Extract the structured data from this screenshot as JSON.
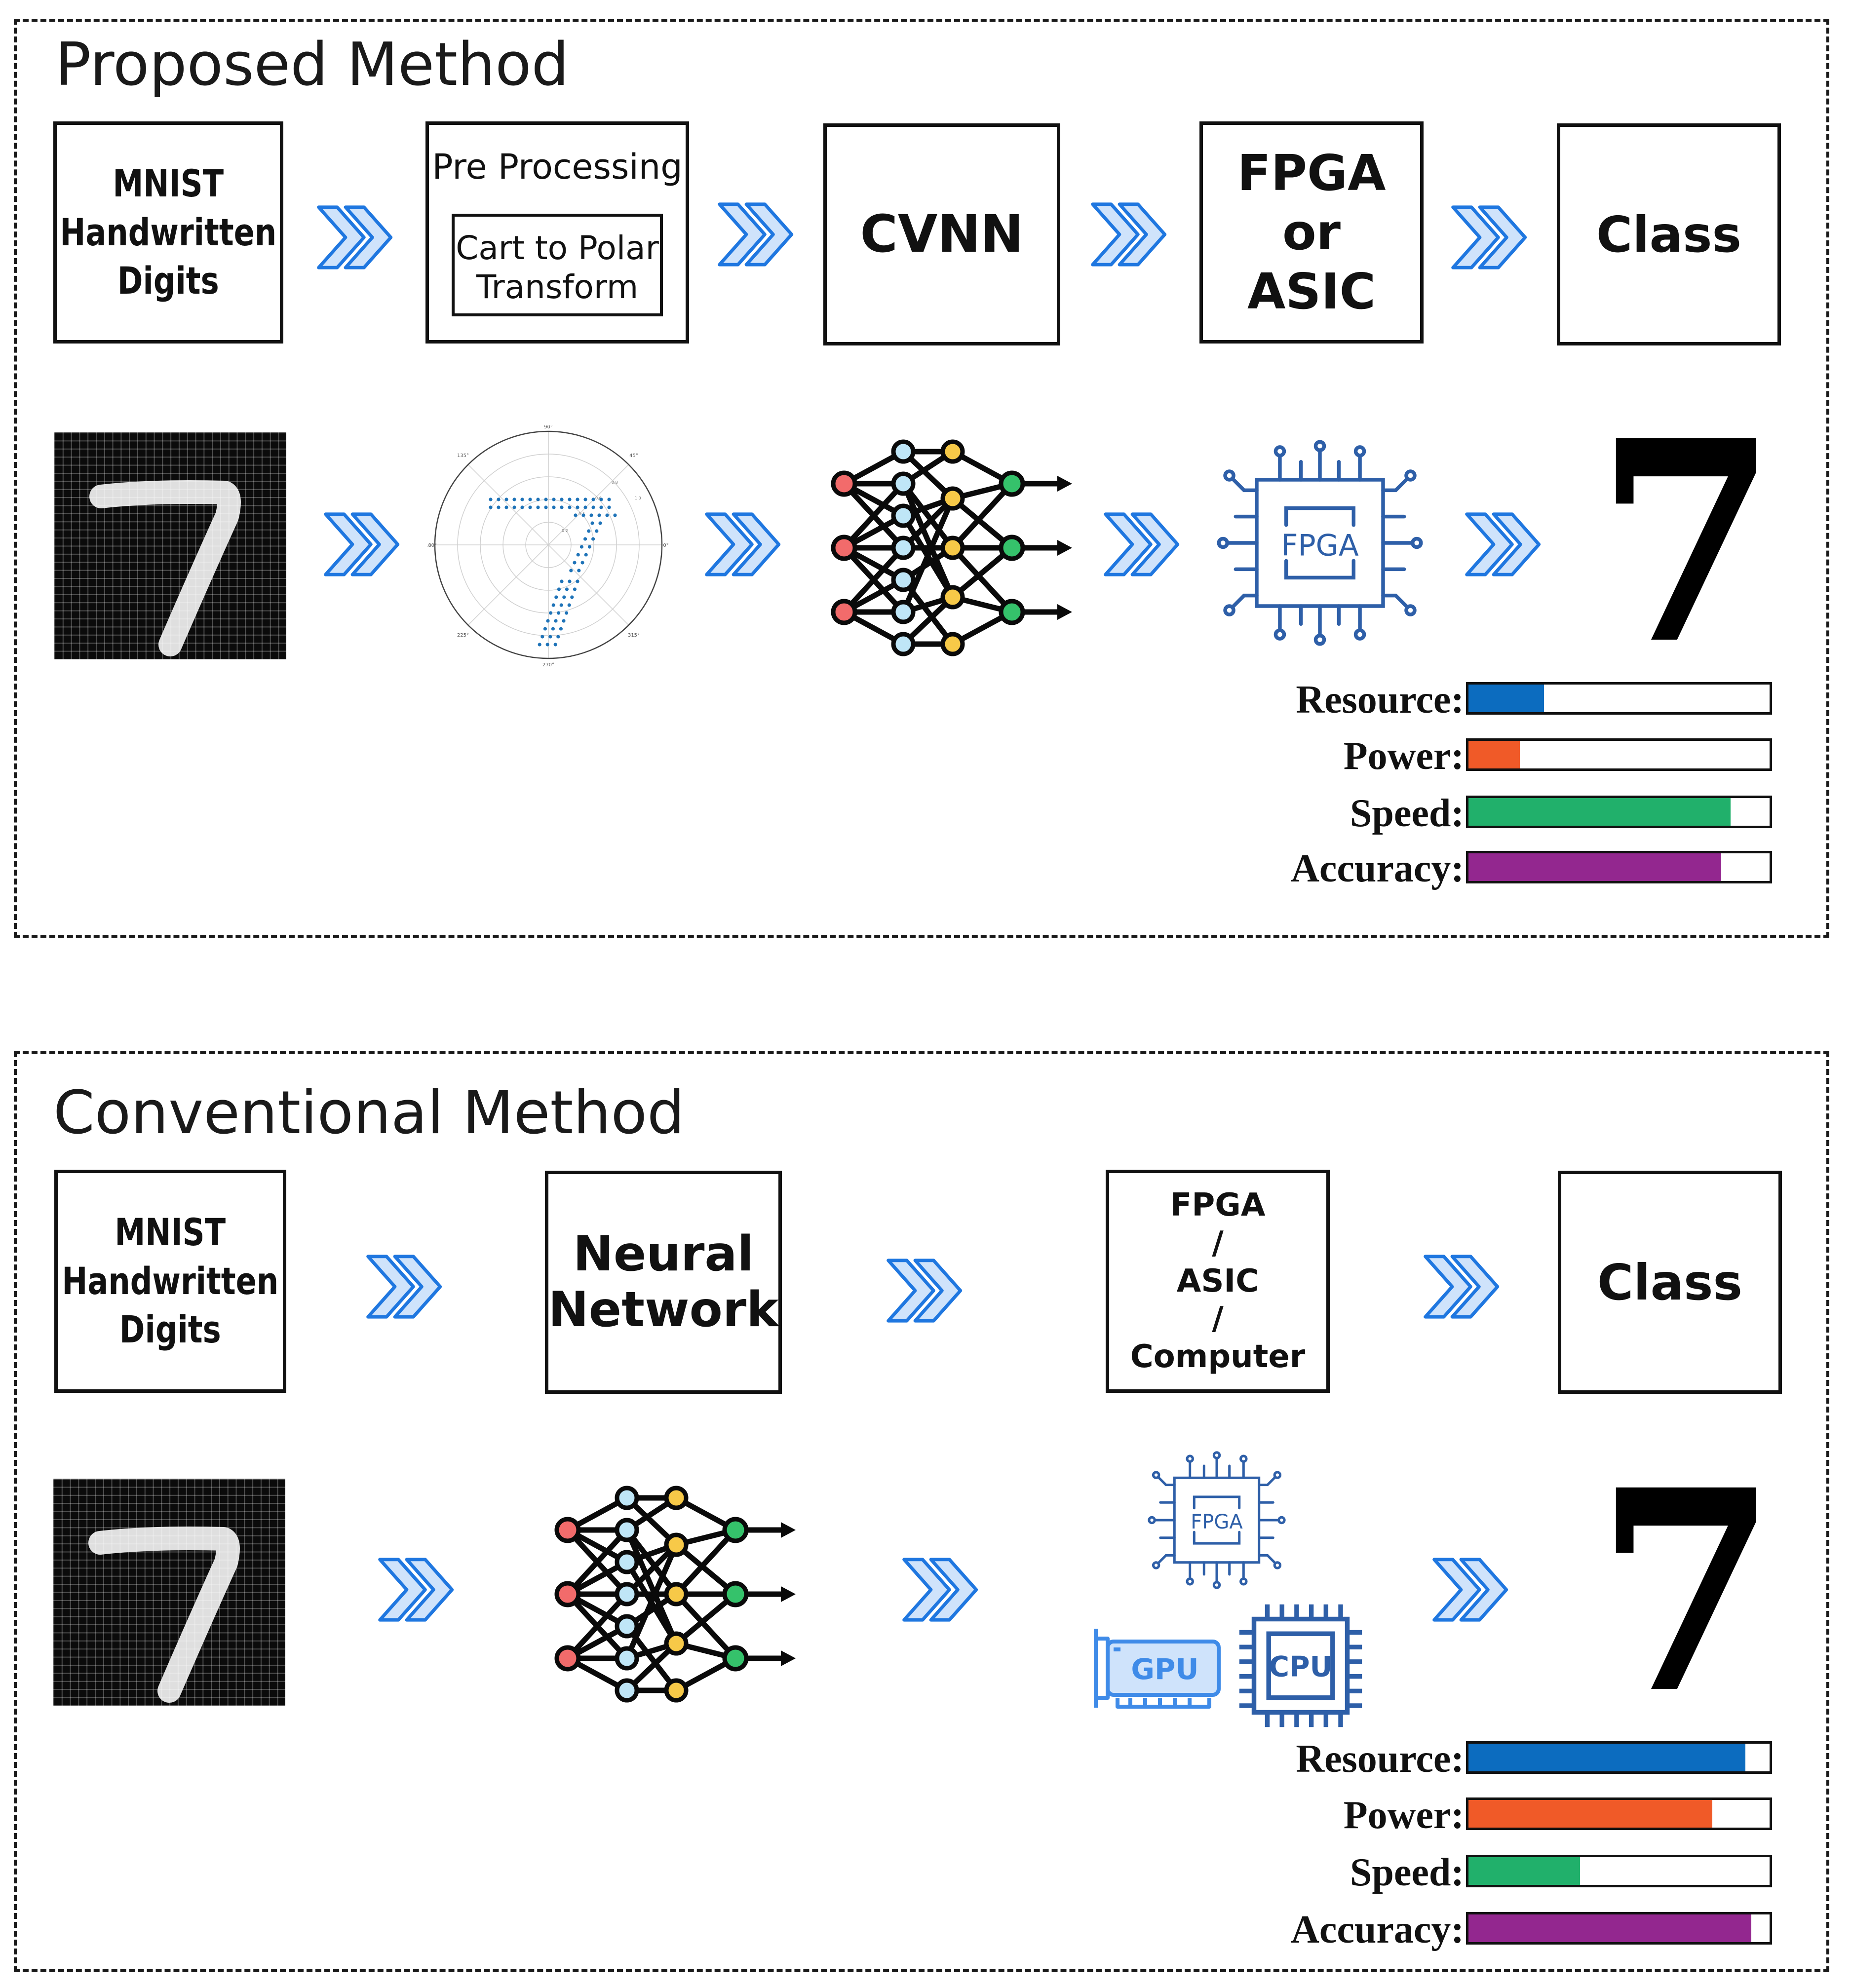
{
  "proposed": {
    "title": "Proposed Method",
    "boxes": {
      "mnist": "MNIST\nHandwritten\nDigits",
      "preprocessing_title": "Pre Processing",
      "preprocessing_inner": "Cart to Polar\nTransform",
      "cvnn": "CVNN",
      "hardware": "FPGA\nor\nASIC",
      "class": "Class"
    },
    "chip_label": "FPGA",
    "result_digit": "7",
    "metrics": [
      {
        "label": "Resource:",
        "value": 0.25,
        "color": "#0c6cbf"
      },
      {
        "label": "Power:",
        "value": 0.17,
        "color": "#f05a28"
      },
      {
        "label": "Speed:",
        "value": 0.87,
        "color": "#21b06b"
      },
      {
        "label": "Accuracy:",
        "value": 0.84,
        "color": "#93278f"
      }
    ]
  },
  "conventional": {
    "title": "Conventional Method",
    "boxes": {
      "mnist": "MNIST\nHandwritten\nDigits",
      "nn": "Neural\nNetwork",
      "hardware": "FPGA\n/\nASIC\n/\nComputer",
      "class": "Class"
    },
    "chip_labels": {
      "fpga": "FPGA",
      "gpu": "GPU",
      "cpu": "CPU"
    },
    "result_digit": "7",
    "metrics": [
      {
        "label": "Resource:",
        "value": 0.92,
        "color": "#0c6cbf"
      },
      {
        "label": "Power:",
        "value": 0.81,
        "color": "#f05a28"
      },
      {
        "label": "Speed:",
        "value": 0.37,
        "color": "#21b06b"
      },
      {
        "label": "Accuracy:",
        "value": 0.94,
        "color": "#93278f"
      }
    ]
  },
  "polar_plot": {
    "angle_labels": [
      "90°",
      "45°",
      "0°",
      "315°",
      "270°",
      "225°",
      "180°",
      "135°"
    ],
    "radial_labels": [
      "0.2",
      "0.4",
      "0.6",
      "0.8",
      "1.0"
    ]
  },
  "colors": {
    "arrow_fill": "#cfe3fb",
    "arrow_stroke": "#1f77e0",
    "chip_stroke": "#2e5fa8",
    "gpu_blue": "#3f8be8",
    "node_red": "#f26b6b",
    "node_blue": "#bfe6f7",
    "node_yellow": "#f7c948",
    "node_green": "#35c26b"
  }
}
